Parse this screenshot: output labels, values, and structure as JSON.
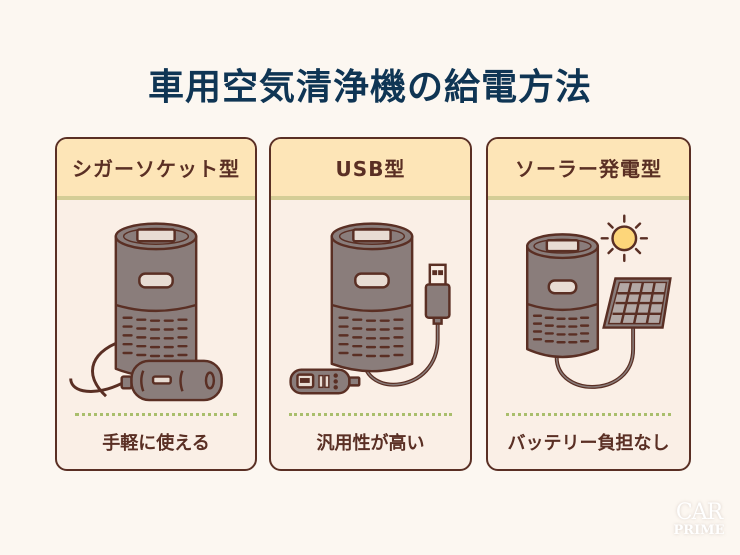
{
  "title": "車用空気清浄機の給電方法",
  "colors": {
    "title": "#0f3554",
    "card_border": "#5a2f24",
    "card_header_bg": "#fde5b7",
    "card_body_bg": "#faefe6",
    "accent_stripe": "#d4cd96",
    "divider_dots": "#a9be6c",
    "device_gray": "#8a7d7b",
    "sun": "#fdd67a"
  },
  "cards": [
    {
      "header": "シガーソケット型",
      "illustration": "air-purifier-with-cigarette-socket-plug",
      "benefit": "手軽に使える"
    },
    {
      "header": "USB型",
      "illustration": "air-purifier-with-usb-cable-and-car-charger",
      "benefit": "汎用性が高い"
    },
    {
      "header": "ソーラー発電型",
      "illustration": "air-purifier-with-solar-panel-and-sun",
      "benefit": "バッテリー負担なし"
    }
  ],
  "watermark": {
    "line1": "CAR",
    "line2": "PRIME"
  }
}
